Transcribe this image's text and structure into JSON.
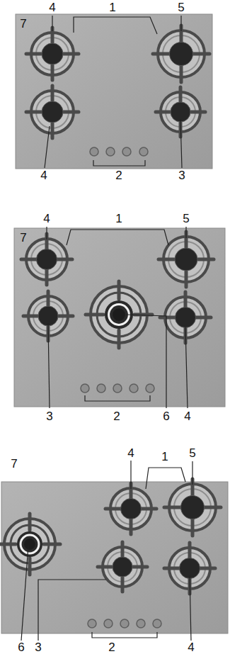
{
  "diagram": {
    "labels": [
      "7",
      "4",
      "1",
      "5",
      "4",
      "2",
      "3",
      "7",
      "4",
      "1",
      "5",
      "3",
      "2",
      "6",
      "4",
      "7",
      "4",
      "1",
      "5",
      "6",
      "3",
      "2",
      "4"
    ]
  }
}
